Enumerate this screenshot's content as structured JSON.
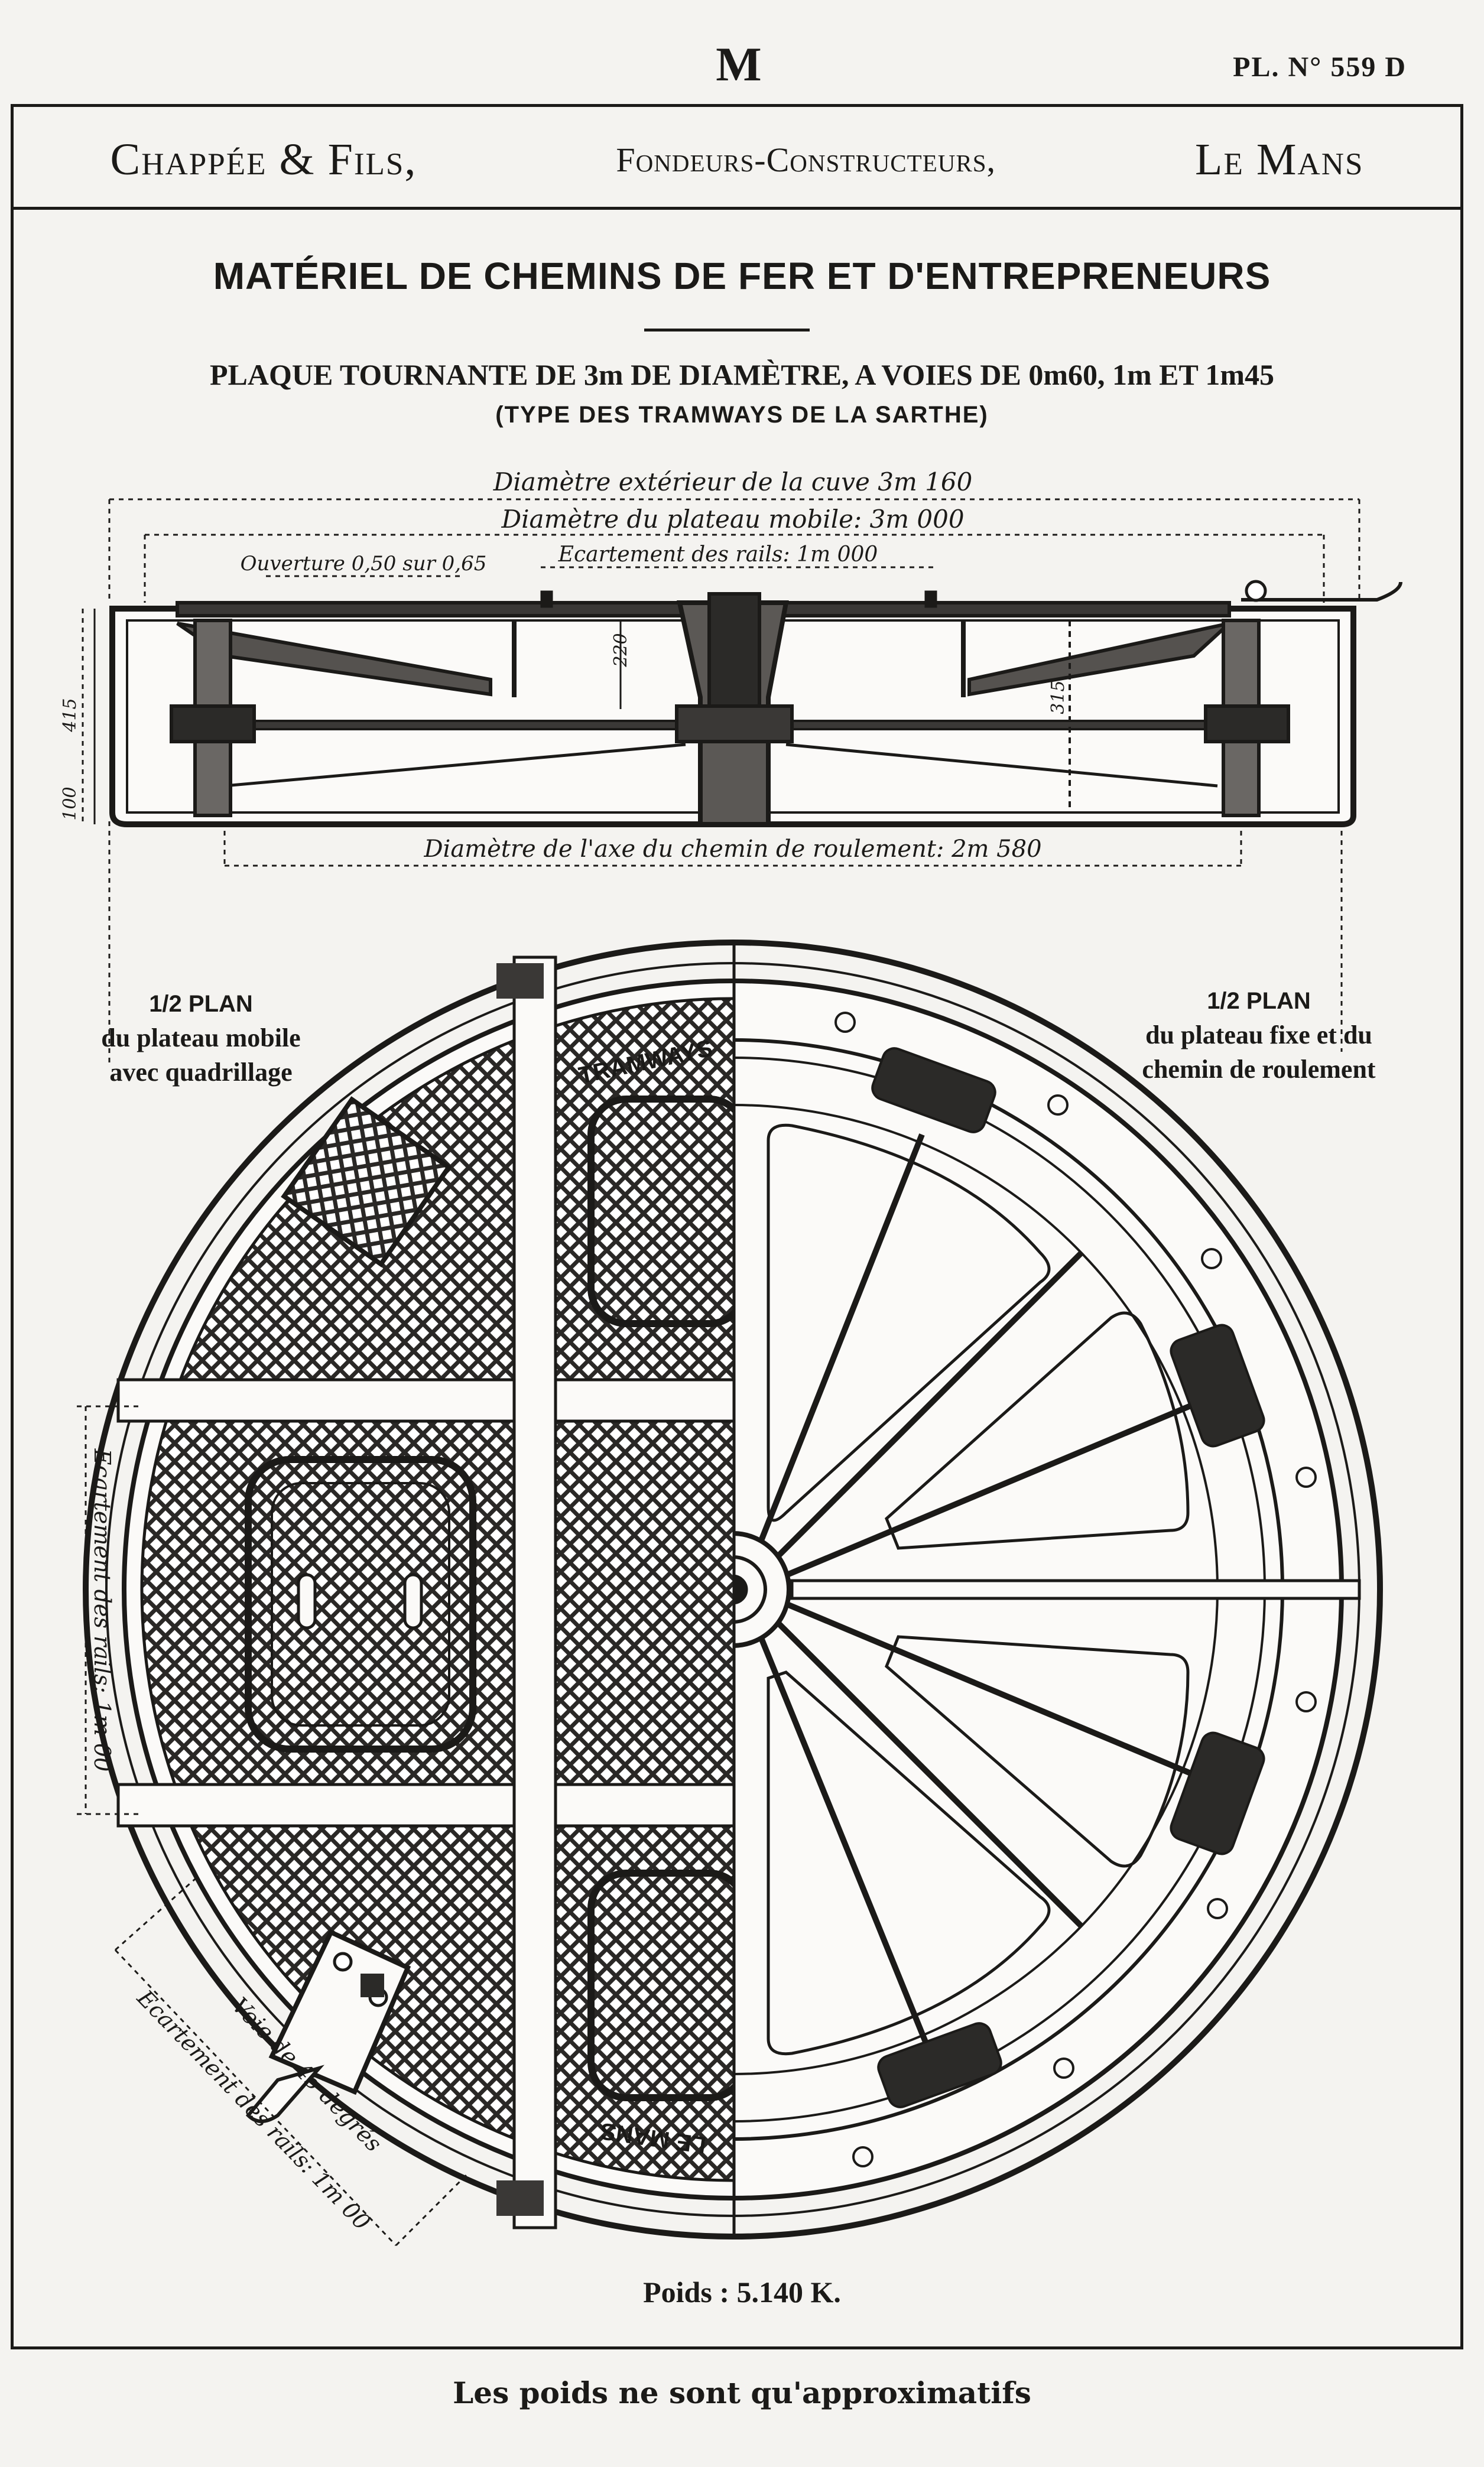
{
  "page_letter": "M",
  "plate_number": "PL. N° 559 D",
  "header": {
    "company": "Chappée & Fils,",
    "trade": "Fondeurs-Constructeurs,",
    "city": "Le Mans"
  },
  "title": "MATÉRIEL DE CHEMINS DE FER ET D'ENTREPRENEURS",
  "subtitle": "PLAQUE TOURNANTE DE 3m DE DIAMÈTRE, A VOIES DE 0m60, 1m ET 1m45",
  "type_note": "(TYPE DES TRAMWAYS DE LA SARTHE)",
  "section_dimensions": {
    "outer_diameter": "Diamètre extérieur de la cuve 3m 160",
    "plate_diameter": "Diamètre du plateau mobile: 3m 000",
    "opening": "Ouverture 0,50 sur 0,65",
    "rail_gauge": "Ecartement des rails: 1m 000",
    "rolling_path_diameter": "Diamètre de l'axe du chemin de roulement: 2m 580",
    "depth_total": "415",
    "depth_base": "100",
    "center_height": "220",
    "right_height": "315"
  },
  "plan_labels": {
    "left_fraction": "1/2 PLAN",
    "left_caption": [
      "du plateau mobile",
      "avec quadrillage"
    ],
    "right_fraction": "1/2 PLAN",
    "right_caption": [
      "du plateau fixe et du",
      "chemin de roulement"
    ],
    "plate_text_top": "TRAMWAYS",
    "plate_text_bottom": "LE MANS",
    "side_dimension": "Ecartement des rails: 1m 00",
    "diagonal_track": "Voie de 45 degrés",
    "diagonal_gauge": "Ecartement des rails: 1m 00"
  },
  "weight": "Poids : 5.140 K.",
  "footnote": "Les poids ne sont qu'approximatifs"
}
